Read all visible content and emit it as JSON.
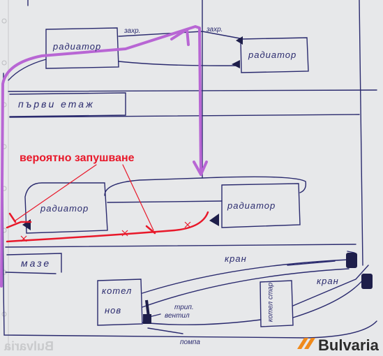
{
  "labels": {
    "radiator_top_left": "радиатор",
    "radiator_top_right": "радиатор",
    "radiator_bottom_left": "радиатор",
    "radiator_bottom_right": "радиатор",
    "valve_left": "захр.",
    "valve_right": "захр.",
    "first_floor": "първи етаж",
    "basement": "мазе",
    "tap_upper": "кран",
    "tap_lower": "кран",
    "boiler_new_line1": "котел",
    "boiler_new_line2": "нов",
    "boiler_old": "котел стар",
    "three_way_line1": "трип.",
    "three_way_line2": "вентил",
    "pump": "помпа"
  },
  "annotation": {
    "text": "вероятно запушване",
    "color": "#e8182a"
  },
  "colors": {
    "ink": "#2a2a6e",
    "highlight_path": "#b866d4",
    "blockage": "#e8182a",
    "paper": "#e7e8ea",
    "brand_orange": "#f08a1c"
  },
  "watermark": {
    "brand": "Bulvaria"
  }
}
